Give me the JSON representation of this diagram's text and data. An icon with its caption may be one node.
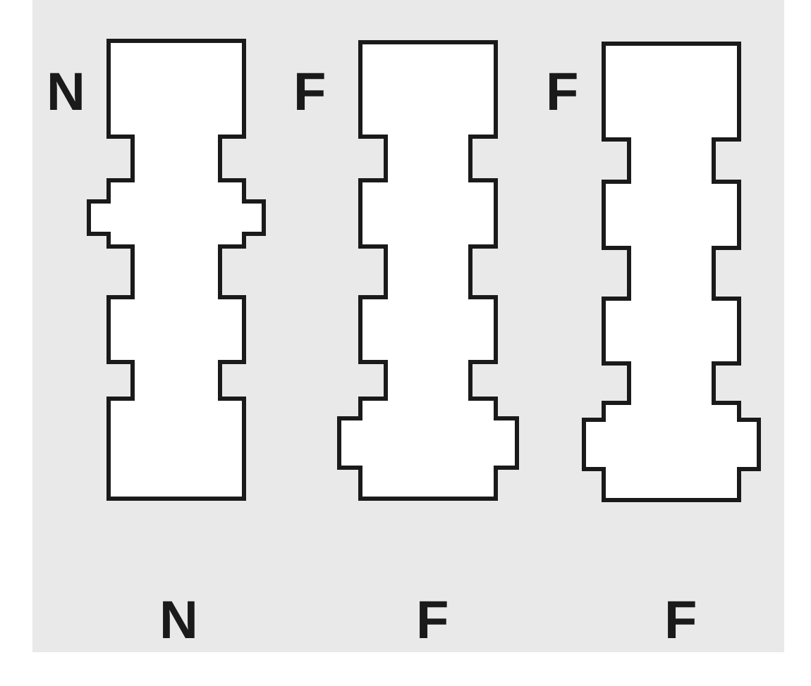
{
  "diagram": {
    "nodes": [
      {
        "text": [],
        "shape": "box",
        "beside": [
          "N",
          "N"
        ]
      },
      {
        "text": [],
        "shape": "box",
        "beside": [
          "F",
          "F"
        ]
      },
      {
        "text": [],
        "shape": "box",
        "beside": [
          "F",
          "F"
        ]
      }
    ]
  }
}
